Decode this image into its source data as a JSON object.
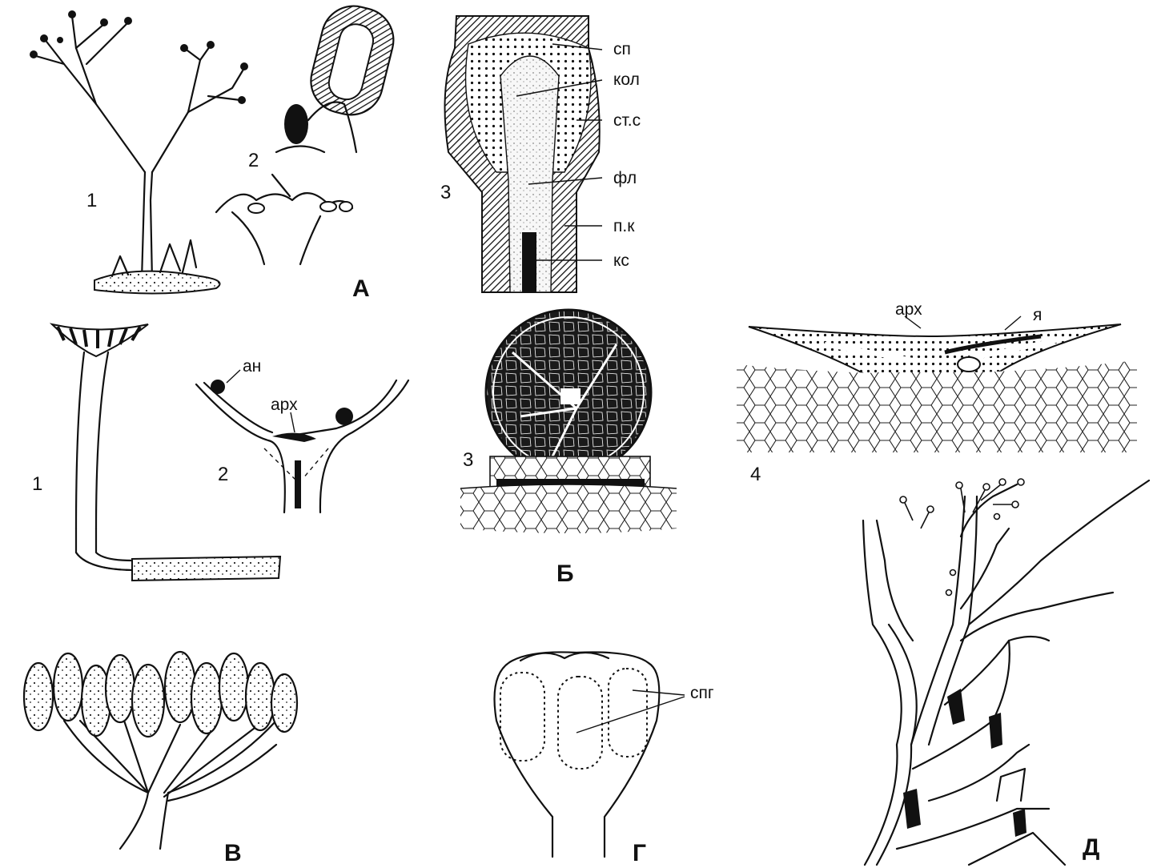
{
  "figure": {
    "panels": {
      "A": {
        "letter": "А",
        "item_1": "1",
        "item_2": "2",
        "item_3": "3",
        "labels": [
          "сп",
          "кол",
          "ст.с",
          "фл",
          "п.к",
          "кс"
        ]
      },
      "B": {
        "letter": "Б",
        "item_1": "1",
        "item_2": "2",
        "item_3": "3",
        "item_4": "4",
        "labels": {
          "an": "ан",
          "arch_1": "арх",
          "arch_2": "арх",
          "ya": "я"
        }
      },
      "V": {
        "letter": "В"
      },
      "G": {
        "letter": "Г",
        "labels": {
          "spg": "спг"
        }
      },
      "D": {
        "letter": "Д"
      }
    }
  }
}
